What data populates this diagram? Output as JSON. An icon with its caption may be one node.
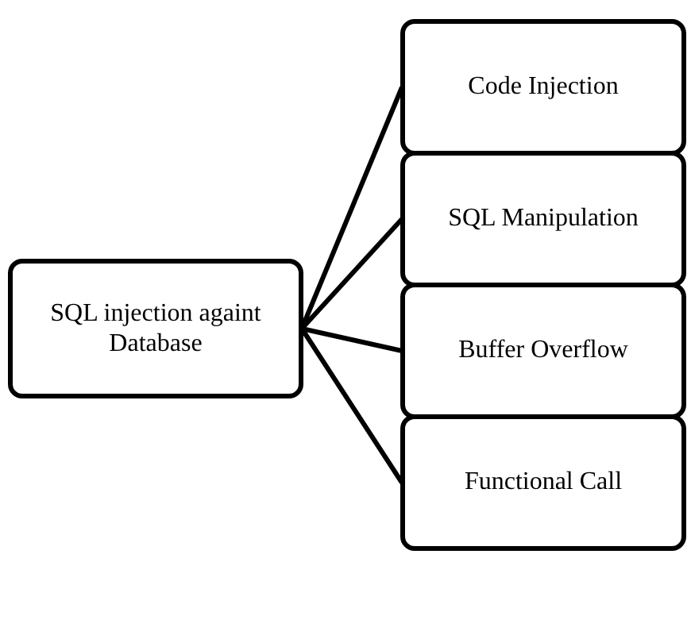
{
  "diagram": {
    "nodes": [
      {
        "text": [
          "SQL injection againt Database"
        ]
      },
      {
        "text": [
          "Code Injection"
        ]
      },
      {
        "text": [
          "SQL Manipulation"
        ]
      },
      {
        "text": [
          "Buffer Overflow"
        ]
      },
      {
        "text": [
          "Functional Call"
        ]
      }
    ],
    "edges": [
      {
        "from": 0,
        "to": 1,
        "arrow": "none"
      },
      {
        "from": 0,
        "to": 2,
        "arrow": "none"
      },
      {
        "from": 0,
        "to": 3,
        "arrow": "none"
      },
      {
        "from": 0,
        "to": 4,
        "arrow": "none"
      }
    ]
  }
}
